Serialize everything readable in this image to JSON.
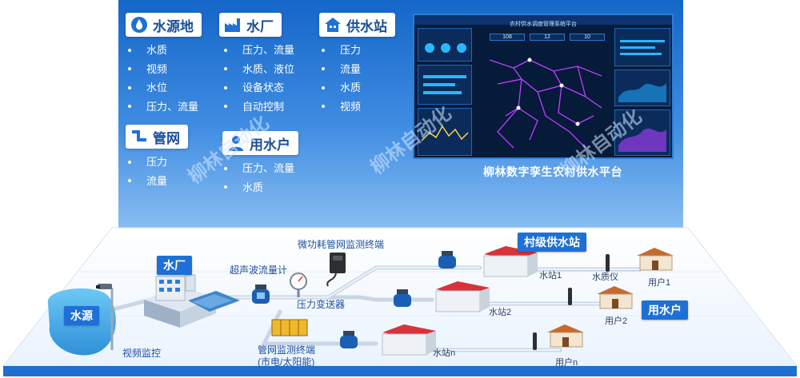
{
  "categories": [
    {
      "title": "水源地",
      "icon": "water-drop-icon",
      "items": [
        "水质",
        "视频",
        "水位",
        "压力、流量"
      ]
    },
    {
      "title": "水厂",
      "icon": "factory-icon",
      "items": [
        "压力、流量",
        "水质、液位",
        "设备状态",
        "自动控制"
      ]
    },
    {
      "title": "供水站",
      "icon": "house-icon",
      "items": [
        "压力",
        "流量",
        "水质",
        "视频"
      ]
    },
    {
      "title": "管网",
      "icon": "pipe-icon",
      "items": [
        "压力",
        "流量"
      ]
    },
    {
      "title": "用水户",
      "icon": "user-icon",
      "items": [
        "压力、流量",
        "水质"
      ]
    }
  ],
  "dashboard": {
    "title": "农村供水调度管理系统平台",
    "numbers": [
      "108",
      "12",
      "10"
    ]
  },
  "platform_caption": "柳林数字孪生农村供水平台",
  "watermark": "柳林自动化",
  "scene": {
    "water_source_label": "水源",
    "water_plant_label": "水厂",
    "village_station_label": "村级供水站",
    "household_label": "用水户",
    "video_monitor": "视频监控",
    "ultrasonic_flowmeter": "超声波流量计",
    "pressure_transmitter": "压力变送器",
    "low_power_terminal": "微功耗管网监测终端",
    "network_terminal_line1": "管网监测终端",
    "network_terminal_line2": "(市电/太阳能)",
    "water_quality_meter": "水质仪",
    "stations": [
      "水站1",
      "水站2",
      "水站n"
    ],
    "users": [
      "用户1",
      "用户2",
      "用户n"
    ]
  },
  "colors": {
    "panel_top": "#1466c8",
    "panel_bottom": "#88bdf1",
    "label_blue": "#1f70d6",
    "text_blue": "#1d4fa0",
    "dashboard_bg": "#061a3a"
  }
}
